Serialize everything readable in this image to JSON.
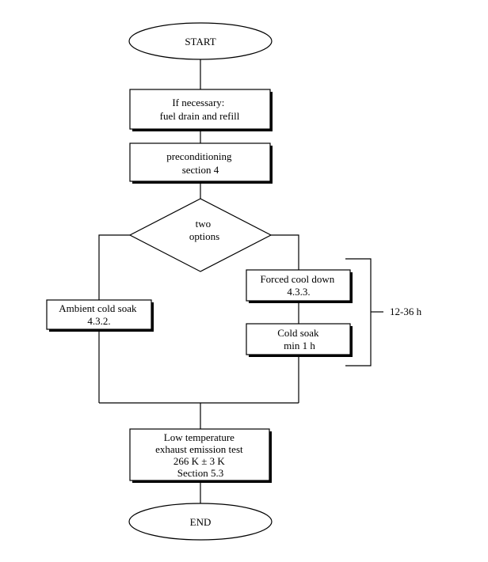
{
  "nodes": {
    "start": {
      "lines": [
        "START"
      ]
    },
    "fuel": {
      "lines": [
        "If necessary:",
        "fuel drain and refill"
      ]
    },
    "precond": {
      "lines": [
        "preconditioning",
        "section 4"
      ]
    },
    "decision": {
      "lines": [
        "two",
        "options"
      ]
    },
    "ambient": {
      "lines": [
        "Ambient cold soak",
        "4.3.2."
      ]
    },
    "forced": {
      "lines": [
        "Forced cool down",
        "4.3.3."
      ]
    },
    "coldsoak": {
      "lines": [
        "Cold soak",
        "min 1 h"
      ]
    },
    "lowtemp": {
      "lines": [
        "Low temperature",
        "exhaust emission test",
        "266 K ± 3 K",
        "Section 5.3"
      ]
    },
    "end": {
      "lines": [
        "END"
      ]
    }
  },
  "bracket": {
    "label": "12-36 h"
  }
}
